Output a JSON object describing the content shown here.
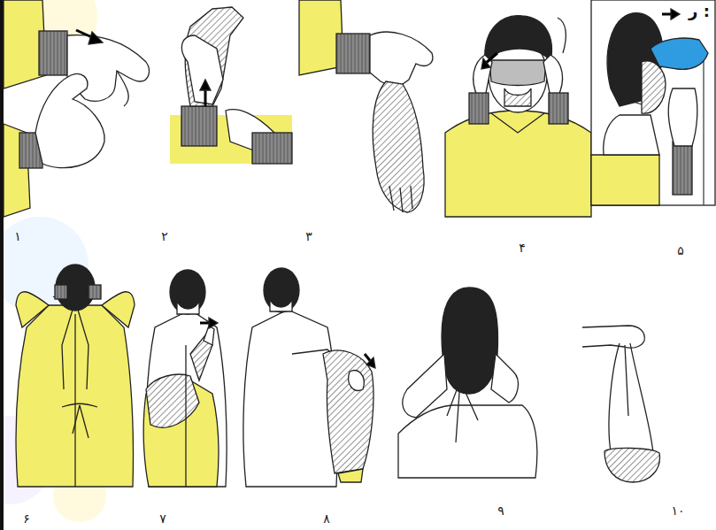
{
  "diagram": {
    "labels": [
      "۱",
      "۲",
      "۳",
      "۴",
      "۵",
      "۶",
      "۷",
      "۸",
      "۹",
      "۱۰",
      "ر :"
    ]
  }
}
